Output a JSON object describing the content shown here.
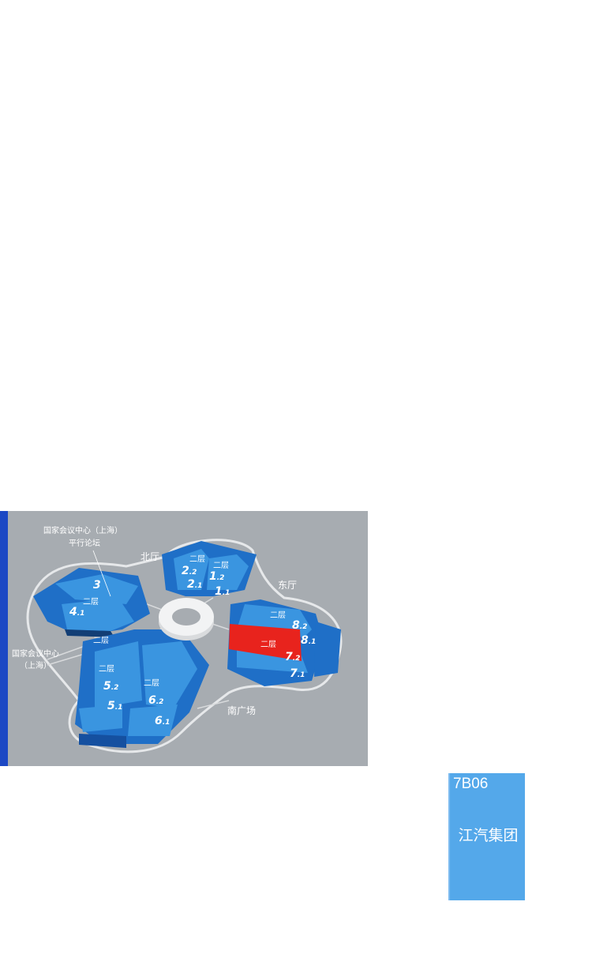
{
  "map": {
    "labels": {
      "ncc_forum_line1": "国家会议中心（上海）",
      "ncc_forum_line2": "平行论坛",
      "north_hall": "北厅",
      "east_hall": "东厅",
      "ncc_line1": "国家会议中心",
      "ncc_line2": "（上海）",
      "south_plaza": "南广场"
    },
    "floor_label": "二层",
    "halls": [
      {
        "id": "1.1",
        "num": "1",
        "sub": ".1"
      },
      {
        "id": "1.2",
        "num": "1",
        "sub": ".2"
      },
      {
        "id": "2.1",
        "num": "2",
        "sub": ".1"
      },
      {
        "id": "2.2",
        "num": "2",
        "sub": ".2"
      },
      {
        "id": "3",
        "num": "3",
        "sub": ""
      },
      {
        "id": "4.1",
        "num": "4",
        "sub": ".1"
      },
      {
        "id": "5.1",
        "num": "5",
        "sub": ".1"
      },
      {
        "id": "5.2",
        "num": "5",
        "sub": ".2"
      },
      {
        "id": "6.1",
        "num": "6",
        "sub": ".1"
      },
      {
        "id": "6.2",
        "num": "6",
        "sub": ".2"
      },
      {
        "id": "7.1",
        "num": "7",
        "sub": ".1"
      },
      {
        "id": "7.2",
        "num": "7",
        "sub": ".2"
      },
      {
        "id": "8.1",
        "num": "8",
        "sub": ".1"
      },
      {
        "id": "8.2",
        "num": "8",
        "sub": ".2"
      }
    ],
    "highlight_hall": "7.2",
    "colors": {
      "background": "#a7acb1",
      "hall_dark": "#1f6fc7",
      "hall_light": "#3a95e0",
      "highlight": "#e8231d",
      "accent": "#1c48c4"
    }
  },
  "booth": {
    "code": "7B06",
    "company": "江汽集团",
    "color": "#54a8ea"
  }
}
